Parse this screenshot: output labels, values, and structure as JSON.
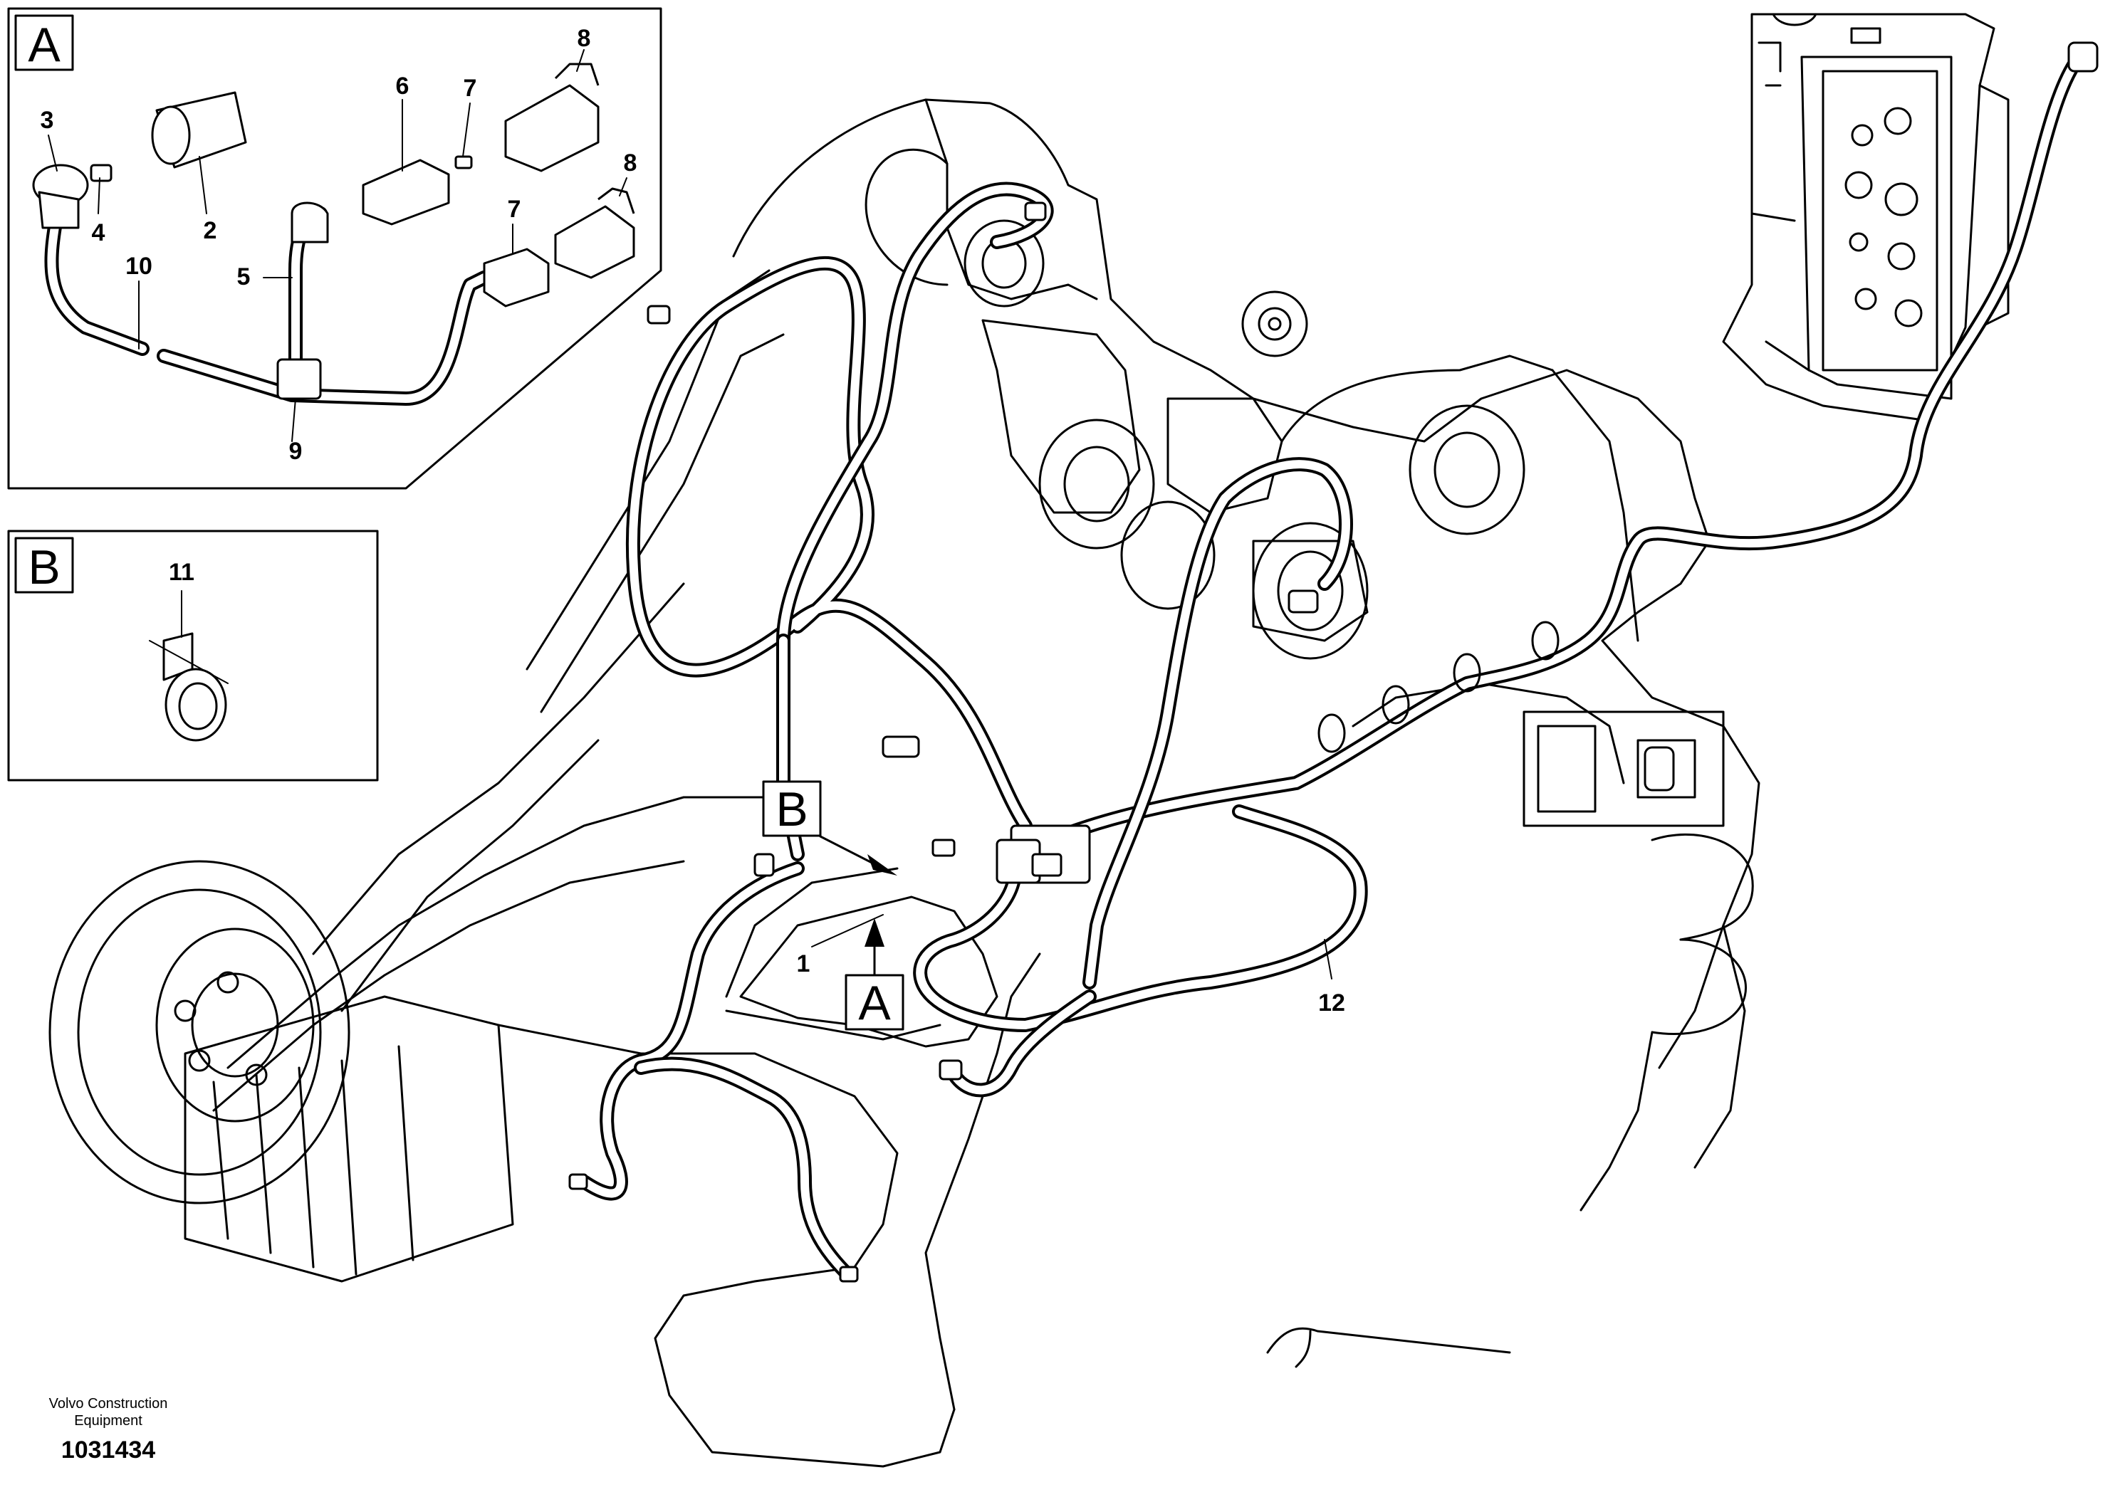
{
  "view_a": {
    "tag": "A"
  },
  "view_b": {
    "tag": "B"
  },
  "main_markers": {
    "marker_a": "A",
    "marker_b": "B"
  },
  "callouts": {
    "n1": "1",
    "n2": "2",
    "n3": "3",
    "n4": "4",
    "n5": "5",
    "n6": "6",
    "n7a": "7",
    "n7b": "7",
    "n8a": "8",
    "n8b": "8",
    "n9": "9",
    "n10": "10",
    "n11": "11",
    "n12": "12"
  },
  "footer": {
    "company_line1": "Volvo Construction",
    "company_line2": "Equipment",
    "drawing_number": "1031434"
  }
}
